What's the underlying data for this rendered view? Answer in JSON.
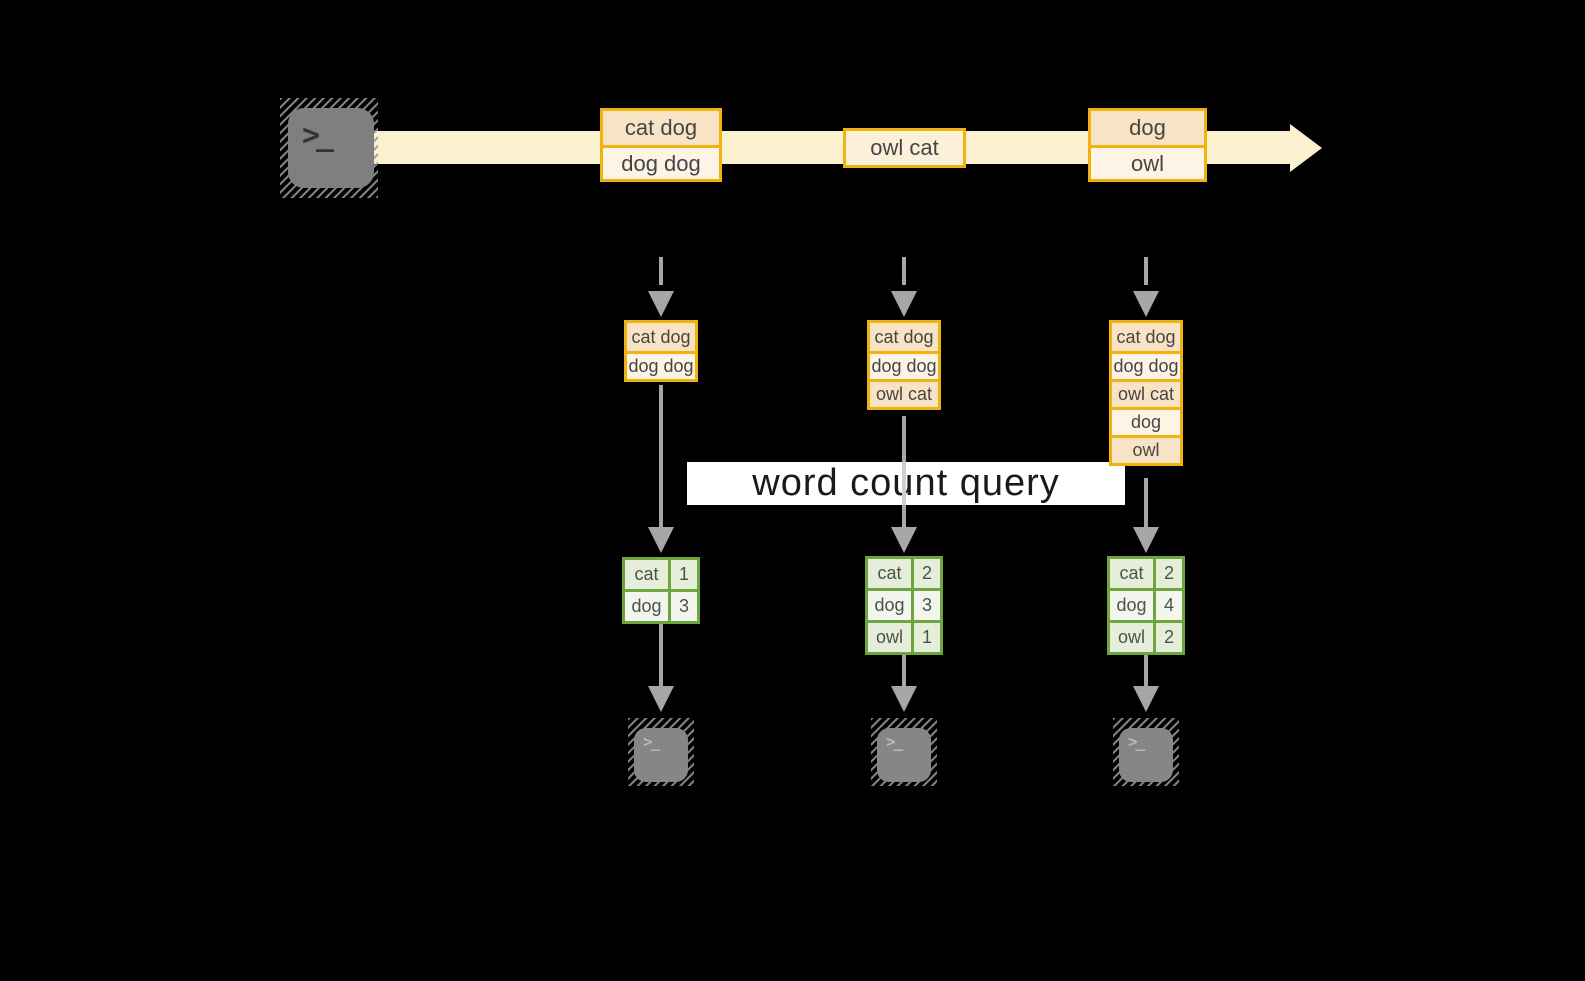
{
  "title_banner": {
    "label": "word count query"
  },
  "terminal_prompt": ">_",
  "colors": {
    "background": "#000000",
    "stream_fill": "#fcf1cf",
    "box_border": "#efb310",
    "box_fill_dark": "#f9e3c5",
    "box_fill_light": "#fdf4e6",
    "box_fill_single": "#fcf0d8",
    "table_border": "#6fa53f",
    "table_fill_odd": "#e4eed8",
    "table_fill_even": "#f2f6ed",
    "arrow_gray": "#a6a6a6",
    "terminal_gray": "#7f7f7f"
  },
  "stream": {
    "events": [
      {
        "rows": [
          "cat dog",
          "dog dog"
        ]
      },
      {
        "rows": [
          "owl cat"
        ]
      },
      {
        "rows": [
          "dog",
          "owl"
        ]
      }
    ]
  },
  "columns": [
    {
      "state": [
        "cat dog",
        "dog dog"
      ],
      "counts": [
        {
          "word": "cat",
          "count": "1"
        },
        {
          "word": "dog",
          "count": "3"
        }
      ]
    },
    {
      "state": [
        "cat dog",
        "dog dog",
        "owl cat"
      ],
      "counts": [
        {
          "word": "cat",
          "count": "2"
        },
        {
          "word": "dog",
          "count": "3"
        },
        {
          "word": "owl",
          "count": "1"
        }
      ]
    },
    {
      "state": [
        "cat dog",
        "dog dog",
        "owl cat",
        "dog",
        "owl"
      ],
      "counts": [
        {
          "word": "cat",
          "count": "2"
        },
        {
          "word": "dog",
          "count": "4"
        },
        {
          "word": "owl",
          "count": "2"
        }
      ]
    }
  ]
}
